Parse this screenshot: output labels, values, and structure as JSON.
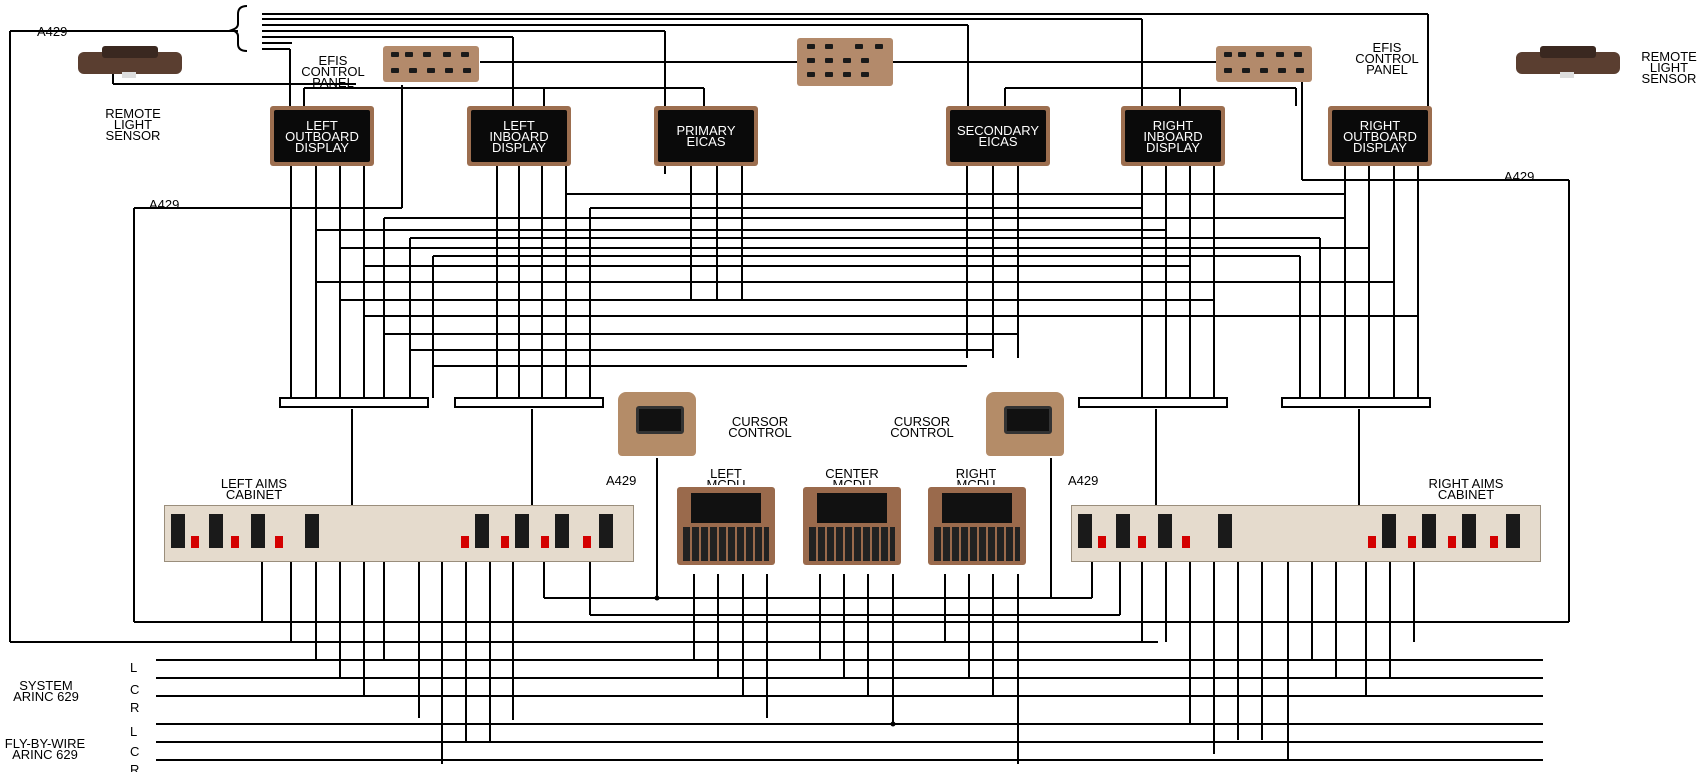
{
  "labels": {
    "a429_top": "A429",
    "a429_left": "A429",
    "a429_right": "A429",
    "a429_cursor_left": "A429",
    "a429_cursor_right": "A429",
    "remote_light_sensor_left": "REMOTE\nLIGHT\nSENSOR",
    "remote_light_sensor_right": "REMOTE\nLIGHT\nSENSOR",
    "efis_control_panel_left": "EFIS\nCONTROL\nPANEL",
    "efis_control_panel_right": "EFIS\nCONTROL\nPANEL",
    "cursor_control_left": "CURSOR\nCONTROL",
    "cursor_control_right": "CURSOR\nCONTROL",
    "left_aims_cabinet": "LEFT AIMS\nCABINET",
    "right_aims_cabinet": "RIGHT AIMS\nCABINET",
    "left_mcdu": "LEFT\nMCDU",
    "center_mcdu": "CENTER\nMCDU",
    "right_mcdu": "RIGHT\nMCDU",
    "system_arinc": "SYSTEM\nARINC 629",
    "fbw_arinc": "FLY-BY-WIRE\nARINC 629",
    "sys_l": "L",
    "sys_c": "C",
    "sys_r": "R",
    "fbw_l": "L",
    "fbw_c": "C",
    "fbw_r": "R"
  },
  "displays": {
    "left_outboard": "LEFT\nOUTBOARD\nDISPLAY",
    "left_inboard": "LEFT\nINBOARD\nDISPLAY",
    "primary_eicas": "PRIMARY\nEICAS",
    "secondary_eicas": "SECONDARY\nEICAS",
    "right_inboard": "RIGHT\nINBOARD\nDISPLAY",
    "right_outboard": "RIGHT\nOUTBOARD\nDISPLAY"
  },
  "colors": {
    "line": "#000000",
    "display_bezel": "#9c6e4f",
    "panel": "#b38a6b",
    "cabinet": "#e5dbcd"
  }
}
